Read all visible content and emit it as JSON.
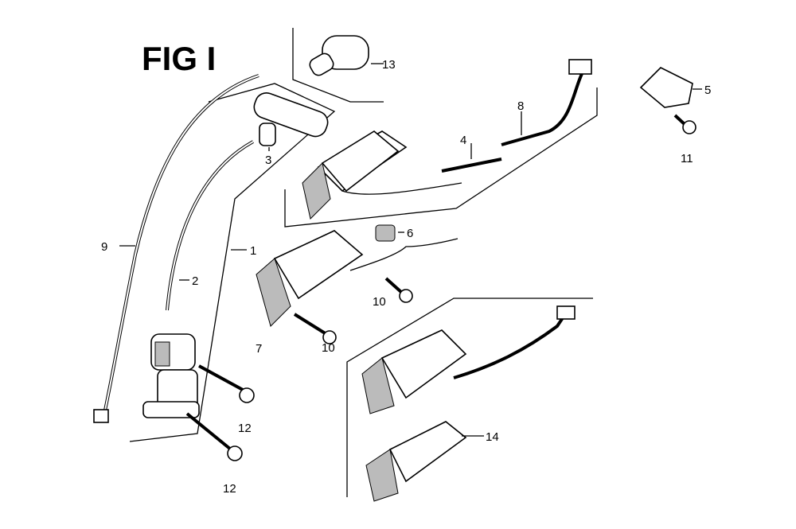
{
  "figure": {
    "title": "FIG I",
    "callouts": [
      {
        "id": "c13",
        "label": "13"
      },
      {
        "id": "c3",
        "label": "3"
      },
      {
        "id": "c1",
        "label": "1"
      },
      {
        "id": "c9",
        "label": "9"
      },
      {
        "id": "c2",
        "label": "2"
      },
      {
        "id": "c12a",
        "label": "12"
      },
      {
        "id": "c12b",
        "label": "12"
      },
      {
        "id": "c4",
        "label": "4"
      },
      {
        "id": "c8",
        "label": "8"
      },
      {
        "id": "c5",
        "label": "5"
      },
      {
        "id": "c11",
        "label": "11"
      },
      {
        "id": "c6",
        "label": "6"
      },
      {
        "id": "c10a",
        "label": "10"
      },
      {
        "id": "c10b",
        "label": "10"
      },
      {
        "id": "c7",
        "label": "7"
      },
      {
        "id": "c14",
        "label": "14"
      }
    ]
  }
}
